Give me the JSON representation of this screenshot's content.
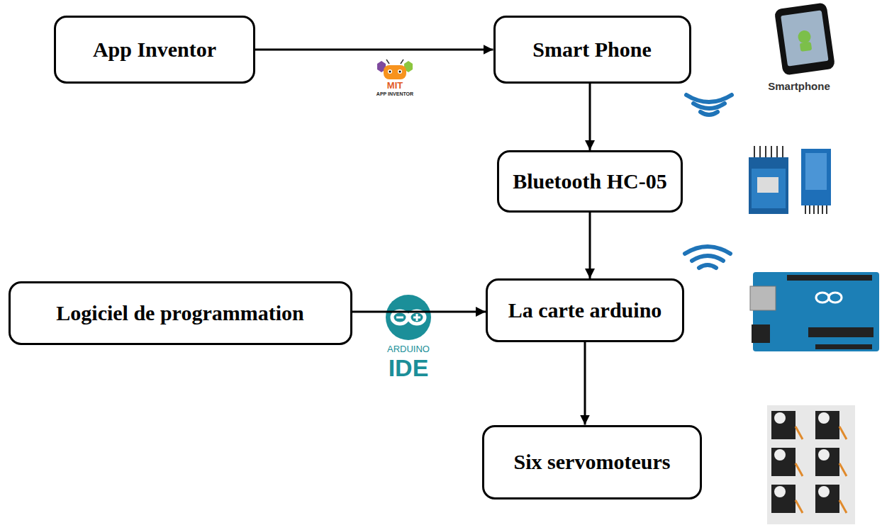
{
  "diagram": {
    "nodes": [
      {
        "text": [
          "App Inventor"
        ]
      },
      {
        "text": [
          "Smart Phone"
        ]
      },
      {
        "text": [
          "Bluetooth HC-05"
        ]
      },
      {
        "text": [
          "Logiciel de programmation"
        ]
      },
      {
        "text": [
          "La carte arduino"
        ]
      },
      {
        "text": [
          "Six servomoteurs"
        ]
      }
    ],
    "edges": [
      {
        "from": 0,
        "to": 1,
        "arrow": "to"
      },
      {
        "from": 1,
        "to": 2,
        "arrow": "to"
      },
      {
        "from": 2,
        "to": 4,
        "arrow": "to"
      },
      {
        "from": 3,
        "to": 4,
        "arrow": "to"
      },
      {
        "from": 4,
        "to": 5,
        "arrow": "to"
      }
    ],
    "labels": [
      "MIT",
      "APP INVENTOR",
      "Smartphone",
      "ARDUINO",
      "IDE"
    ]
  }
}
